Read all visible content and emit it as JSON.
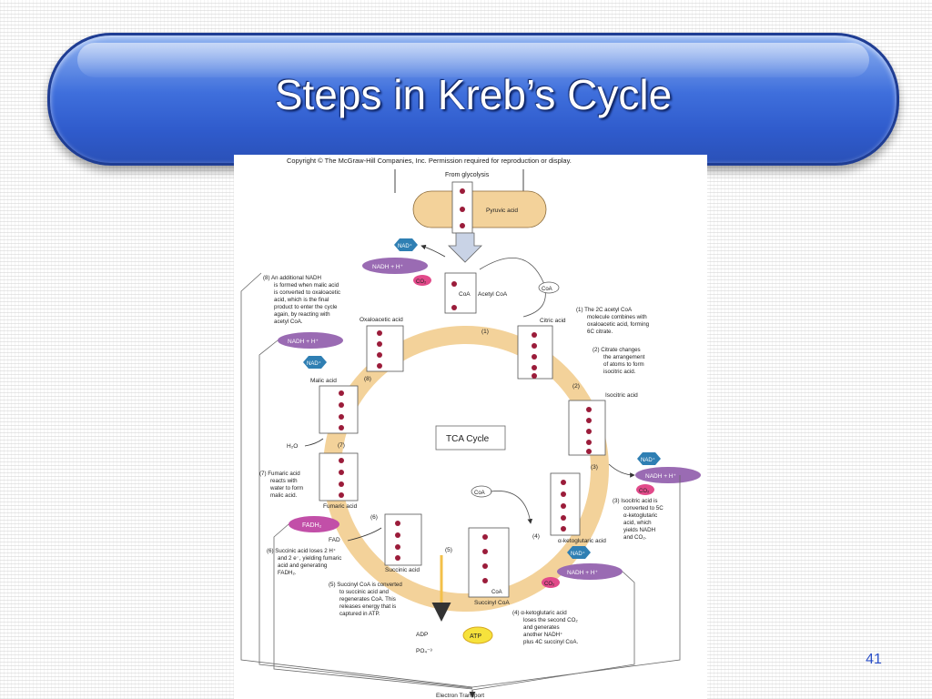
{
  "slide": {
    "title": "Steps in Kreb’s Cycle",
    "number": "41"
  },
  "figure": {
    "copyright": "Copyright © The McGraw-Hill Companies, Inc. Permission required for reproduction or display.",
    "center_label": "TCA Cycle",
    "from_glycolysis": "From glycolysis",
    "electron_transport": "Electron Transport",
    "molecules": {
      "pyruvic_acid": "Pyruvic acid",
      "acetyl_coa": "Acetyl CoA",
      "citric_acid": "Citric acid",
      "isocitric_acid": "Isocitric acid",
      "alpha_ketoglutaric_acid": "α-ketoglutaric acid",
      "succinyl_coa": "Succinyl CoA",
      "succinic_acid": "Succinic acid",
      "fumaric_acid": "Fumaric acid",
      "malic_acid": "Malic acid",
      "oxaloacetic_acid": "Oxaloacetic acid"
    },
    "cofactors": {
      "nad": "NAD⁺",
      "nadh_h": "NADH + H⁺",
      "co2": "CO₂",
      "coa": "CoA",
      "fad": "FAD",
      "fadh2": "FADH₂",
      "h2o": "H₂O",
      "adp": "ADP",
      "po4": "PO₄⁻³",
      "atp": "ATP"
    },
    "step_numbers": [
      "(1)",
      "(2)",
      "(3)",
      "(4)",
      "(5)",
      "(6)",
      "(7)",
      "(8)"
    ],
    "steps": {
      "s1": [
        "(1) The 2C acetyl CoA",
        "molecule combines with",
        "oxaloacetic acid, forming",
        "6C citrate."
      ],
      "s2": [
        "(2) Citrate changes",
        "the arrangement",
        "of atoms to form",
        "isocitric acid."
      ],
      "s3": [
        "(3) Isocitric acid is",
        "converted to 5C",
        "α-ketoglutaric",
        "acid, which",
        "yields NADH",
        "and CO₂."
      ],
      "s4": [
        "(4) α-ketoglutaric acid",
        "loses the second CO₂",
        "and generates",
        "another NADH⁺",
        "plus 4C succinyl CoA."
      ],
      "s5": [
        "(5) Succinyl CoA is converted",
        "to succinic acid and",
        "regenerates CoA. This",
        "releases energy that is",
        "captured in ATP."
      ],
      "s6": [
        "(6) Succinic acid loses 2 H⁺",
        "and 2 e⁻, yielding fumaric",
        "acid and generating",
        "FADH₂."
      ],
      "s7": [
        "(7) Fumaric acid",
        "reacts with",
        "water to form",
        "malic acid."
      ],
      "s8": [
        "(8) An additional NADH",
        "is formed when malic acid",
        "is converted to oxaloacetic",
        "acid, which is the final",
        "product to enter the cycle",
        "again, by reacting with",
        "acetyl CoA."
      ]
    }
  },
  "colors": {
    "banner": "#3f6fdc",
    "nad_hexagon": "#2f7fb3",
    "nadh_ellipse": "#9a6bb3",
    "co2_ellipse": "#e24a8a",
    "fadh2_ellipse": "#c24fa8",
    "atp": "#f6e23c",
    "cycle_arrow": "#f3d29a",
    "carbon_atom": "#9b1c3a"
  }
}
